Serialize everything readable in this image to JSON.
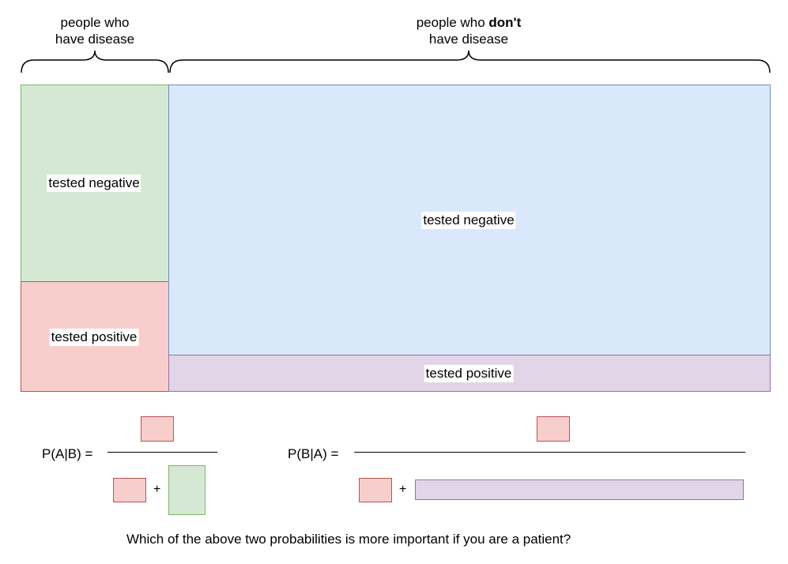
{
  "headers": {
    "disease": {
      "line1": "people who",
      "line2": "have disease"
    },
    "no_disease": {
      "line1_pre": "people who ",
      "line1_bold": "don't",
      "line2": "have disease"
    }
  },
  "regions": {
    "disease_negative": "tested negative",
    "disease_positive": "tested positive",
    "no_disease_negative": "tested negative",
    "no_disease_positive": "tested positive"
  },
  "formulas": {
    "a_given_b": {
      "label": "P(A|B) =",
      "plus": "+"
    },
    "b_given_a": {
      "label": "P(B|A) =",
      "plus": "+"
    }
  },
  "question": "Which of the above two probabilities is more important if you are a patient?",
  "colors": {
    "green_fill": "#d5e8d4",
    "green_stroke": "#82b366",
    "red_fill": "#f8cecc",
    "red_stroke": "#b85450",
    "blue_fill": "#dae8fc",
    "blue_stroke": "#6c8ebf",
    "purple_fill": "#e1d5e7",
    "purple_stroke": "#9673a6"
  }
}
